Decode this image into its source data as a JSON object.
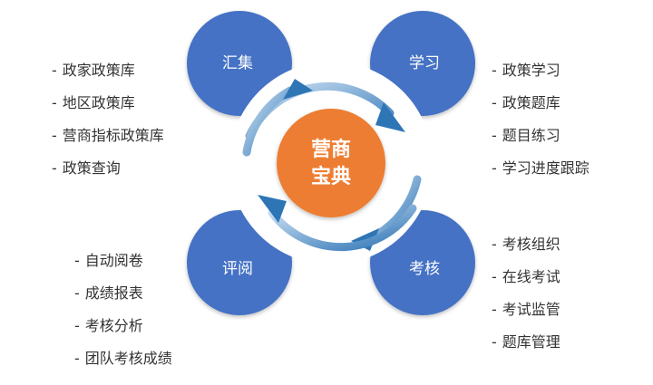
{
  "center": {
    "line1": "营商",
    "line2": "宝典"
  },
  "nodes": {
    "collect": {
      "label": "汇集",
      "items": [
        "政家政策库",
        "地区政策库",
        "营商指标政策库",
        "政策查询"
      ]
    },
    "study": {
      "label": "学习",
      "items": [
        "政策学习",
        "政策题库",
        "题目练习",
        "学习进度跟踪"
      ]
    },
    "assess": {
      "label": "考核",
      "items": [
        "考核组织",
        "在线考试",
        "考试监管",
        "题库管理"
      ]
    },
    "review": {
      "label": "评阅",
      "items": [
        "自动阅卷",
        "成绩报表",
        "考核分析",
        "团队考核成绩"
      ]
    }
  },
  "colors": {
    "node_blue": "#4472c4",
    "center_orange": "#ed7d31",
    "arrow_light": "#bdd7ee",
    "arrow_dark": "#2e75b6",
    "text": "#333333"
  }
}
